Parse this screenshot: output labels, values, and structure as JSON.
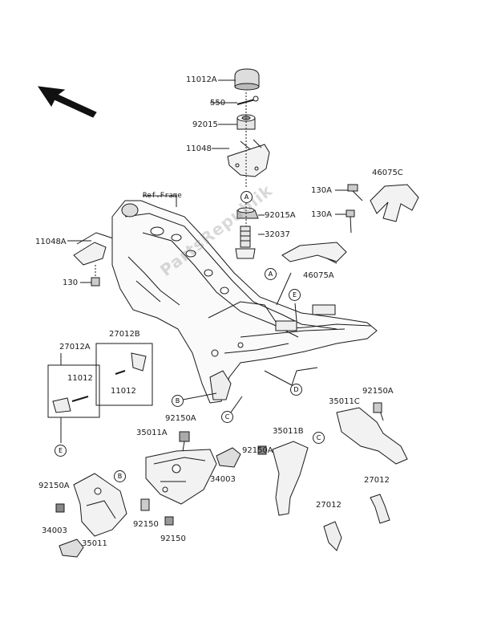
{
  "labels": {
    "l11012A": "11012A",
    "l550": "550",
    "l92015": "92015",
    "l11048": "11048",
    "l92015A": "92015A",
    "l32037": "32037",
    "l130A_1": "130A",
    "l130A_2": "130A",
    "l46075C": "46075C",
    "l46075A": "46075A",
    "l11048A": "11048A",
    "l130": "130",
    "lRefFrame": "Ref.Frame",
    "l27012B": "27012B",
    "l27012A": "27012A",
    "l11012_1": "11012",
    "l11012_2": "11012",
    "l92150A_1": "92150A",
    "l35011C": "35011C",
    "l92150A_2": "92150A",
    "l35011A": "35011A",
    "l35011B": "35011B",
    "l92150A_3": "92150A",
    "l34003_1": "34003",
    "l92150A_4": "92150A",
    "l27012_1": "27012",
    "l27012_2": "27012",
    "l34003_2": "34003",
    "l92150_1": "92150",
    "l35011": "35011",
    "l92150_2": "92150"
  },
  "refs": {
    "A1": "A",
    "A2": "A",
    "E1": "E",
    "E2": "E",
    "B1": "B",
    "B2": "B",
    "C1": "C",
    "C2": "C",
    "D1": "D"
  },
  "watermark": "PartsRepublik"
}
